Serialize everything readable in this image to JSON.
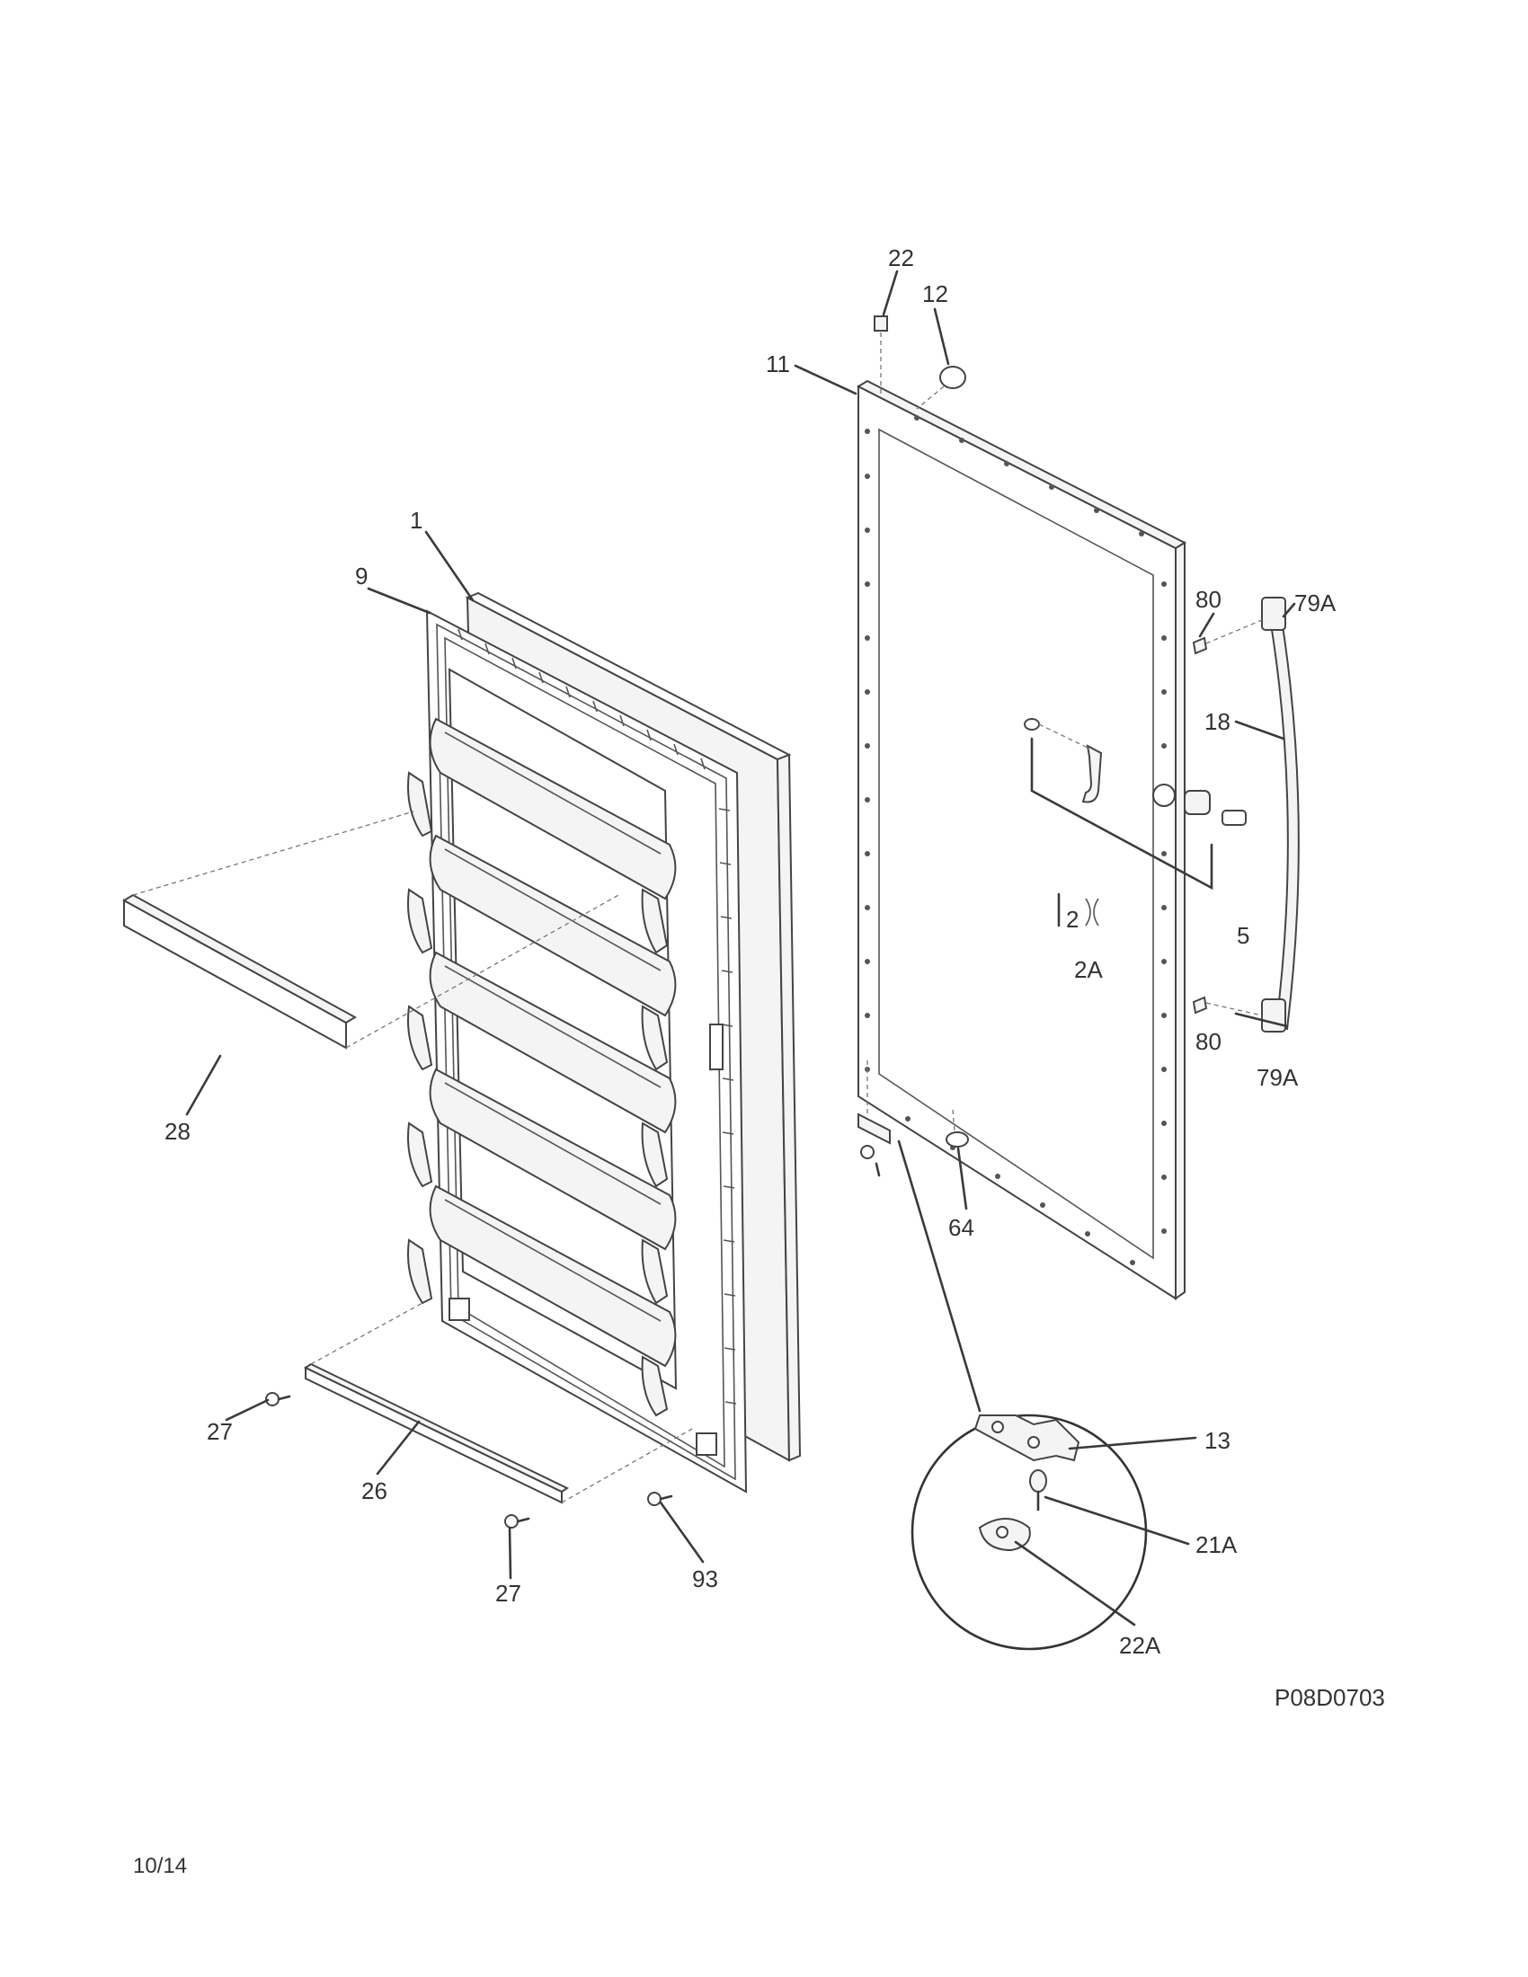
{
  "callouts": [
    {
      "id": "1",
      "text": "1"
    },
    {
      "id": "9",
      "text": "9"
    },
    {
      "id": "28",
      "text": "28"
    },
    {
      "id": "27a",
      "text": "27"
    },
    {
      "id": "26",
      "text": "26"
    },
    {
      "id": "27b",
      "text": "27"
    },
    {
      "id": "93",
      "text": "93"
    },
    {
      "id": "22",
      "text": "22"
    },
    {
      "id": "12",
      "text": "12"
    },
    {
      "id": "11",
      "text": "11"
    },
    {
      "id": "80a",
      "text": "80"
    },
    {
      "id": "79Aa",
      "text": "79A"
    },
    {
      "id": "18",
      "text": "18"
    },
    {
      "id": "2",
      "text": "2"
    },
    {
      "id": "5",
      "text": "5"
    },
    {
      "id": "2A",
      "text": "2A"
    },
    {
      "id": "80b",
      "text": "80"
    },
    {
      "id": "79Ab",
      "text": "79A"
    },
    {
      "id": "64",
      "text": "64"
    },
    {
      "id": "13",
      "text": "13"
    },
    {
      "id": "21A",
      "text": "21A"
    },
    {
      "id": "22A",
      "text": "22A"
    }
  ],
  "diagram_code": "P08D0703",
  "footer_date": "10/14"
}
